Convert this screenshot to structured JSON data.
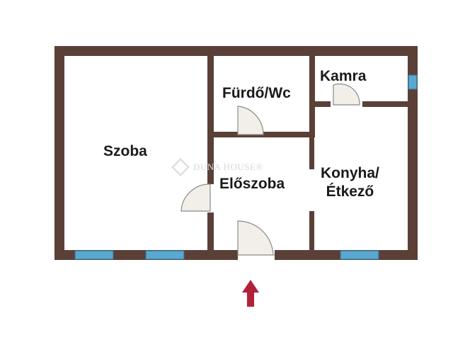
{
  "rooms": {
    "szoba": "Szoba",
    "furdo_wc": "Fürdő/Wc",
    "kamra": "Kamra",
    "eloszoba": "Előszoba",
    "konyha_line1": "Konyha/",
    "konyha_line2": "Étkező"
  },
  "watermark": {
    "text": "DUNA HOUSE®"
  },
  "colors": {
    "wall": "#5b4038",
    "window": "#5aa7cf",
    "door_fill": "#f2efe9",
    "door_line": "#8a8a8a",
    "entrance_arrow": "#b3203a"
  },
  "icons": {
    "entrance": "entrance-arrow-icon"
  }
}
